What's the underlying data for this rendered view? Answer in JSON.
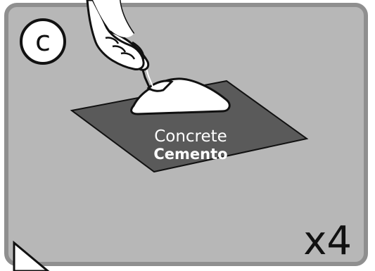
{
  "step": {
    "letter": "c"
  },
  "surface": {
    "label_primary": "Concrete",
    "label_secondary": "Cemento"
  },
  "quantity": {
    "text": "x4"
  },
  "colors": {
    "panel_bg": "#b7b7b7",
    "panel_border": "#8f8f8f",
    "mat": "#5a5a5a",
    "ink": "#111111"
  },
  "icons": [
    "hand-icon",
    "trowel-icon",
    "cement-pile-icon"
  ]
}
